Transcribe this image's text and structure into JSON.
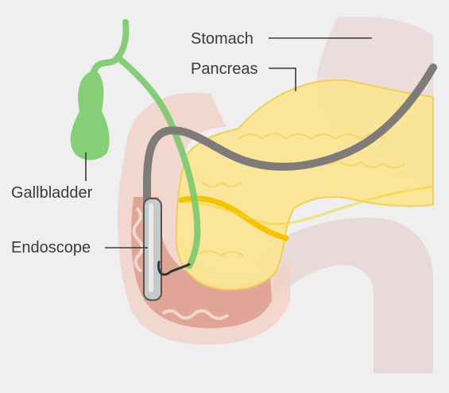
{
  "labels": {
    "stomach": "Stomach",
    "pancreas": "Pancreas",
    "gallbladder": "Gallbladder",
    "endoscope": "Endoscope"
  },
  "colors": {
    "background": "#efefef",
    "stomach": "#eadada",
    "duodenum_outer": "#f1d2c8",
    "duodenum_inner": "#e0a596",
    "pancreas": "#fbe594",
    "pancreas_edge": "#f1cf52",
    "pancreatic_duct": "#f4c400",
    "bile_duct": "#7ac96b",
    "gallbladder": "#86cf76",
    "endoscope_tube": "#7f7b79",
    "endoscope_tip": "#c8c8c8",
    "label_text": "#3a3a3a"
  }
}
